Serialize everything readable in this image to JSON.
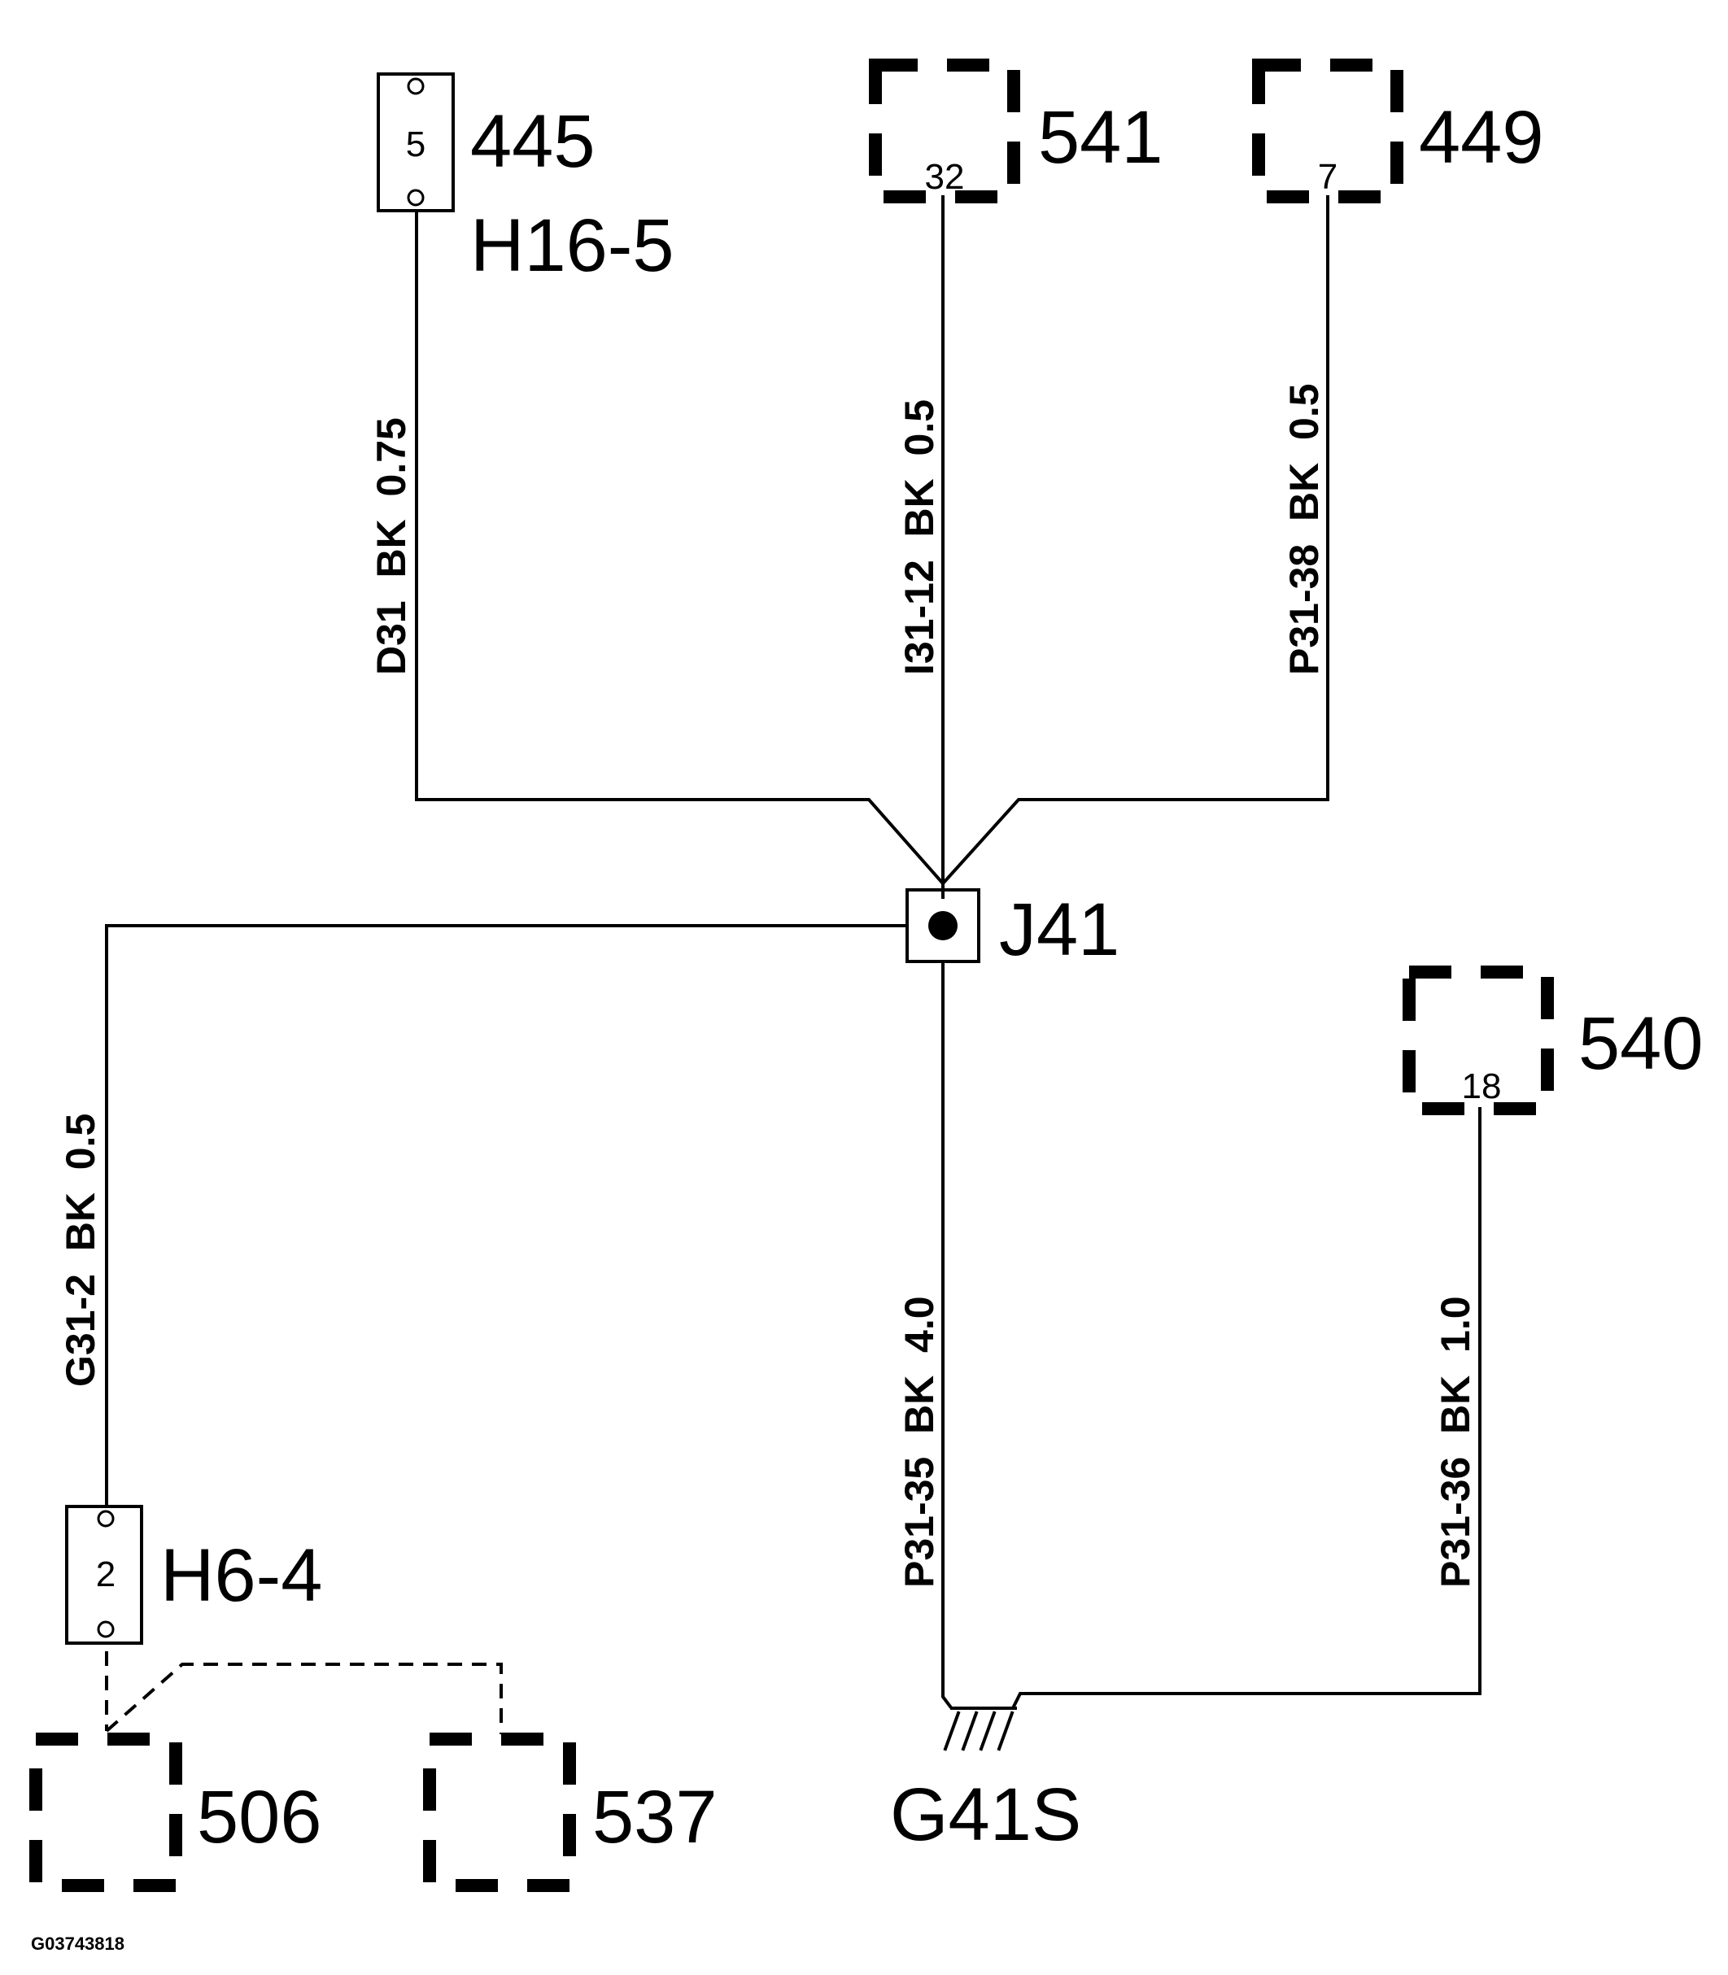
{
  "components": {
    "c445": {
      "label": "445",
      "pin": "5"
    },
    "h16": {
      "label": "H16-5"
    },
    "c541": {
      "label": "541",
      "pin": "32"
    },
    "c449": {
      "label": "449",
      "pin": "7"
    },
    "c540": {
      "label": "540",
      "pin": "18"
    },
    "h6": {
      "label": "H6-4",
      "pin": "2"
    },
    "c506": {
      "label": "506"
    },
    "c537": {
      "label": "537"
    }
  },
  "splice": {
    "label": "J41"
  },
  "ground": {
    "label": "G41S"
  },
  "wires": {
    "d31": "D31  BK  0.75",
    "i31": "I31-12  BK  0.5",
    "p31_38": "P31-38  BK  0.5",
    "g31": "G31-2  BK  0.5",
    "p31_35": "P31-35  BK  4.0",
    "p31_36": "P31-36  BK  1.0"
  },
  "figure_id": "G03743818",
  "colors": {
    "line": "#000000",
    "background": "#ffffff"
  }
}
